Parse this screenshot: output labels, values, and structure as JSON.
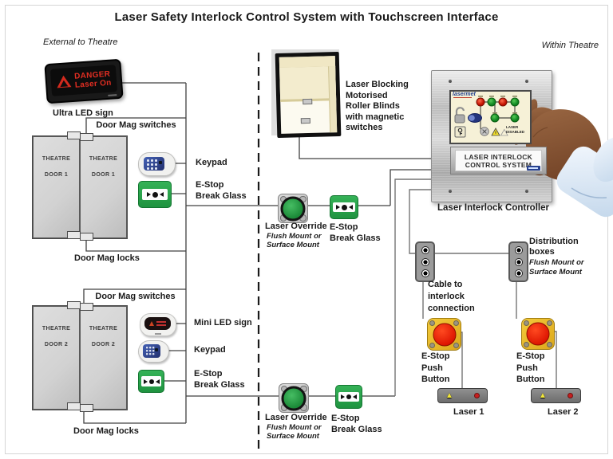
{
  "title": "Laser Safety Interlock Control System with Touchscreen Interface",
  "zones": {
    "external": "External to Theatre",
    "internal": "Within Theatre"
  },
  "ultra_led": {
    "caption": "Ultra LED sign",
    "line1": "DANGER",
    "line2": "Laser On"
  },
  "mini_led_caption": "Mini LED sign",
  "door1": {
    "word1": "THEATRE",
    "word2": "DOOR 1",
    "switches": "Door Mag switches",
    "locks": "Door Mag locks"
  },
  "door2": {
    "word1": "THEATRE",
    "word2": "DOOR 2",
    "switches": "Door Mag switches",
    "locks": "Door Mag locks"
  },
  "keypad_label": "Keypad",
  "estop_break_glass": {
    "line1": "E-Stop",
    "line2": "Break Glass"
  },
  "laser_override": {
    "title": "Laser Override",
    "sub1": "Flush Mount or",
    "sub2": "Surface Mount"
  },
  "roller_blind": {
    "caption": [
      "Laser Blocking",
      "Motorised",
      "Roller Blinds",
      "with magnetic",
      "switches"
    ]
  },
  "controller": {
    "caption": "Laser Interlock Controller",
    "plate1": "LASER INTERLOCK",
    "plate2": "CONTROL SYSTEM",
    "logo": "lasermet",
    "status1": "LASER",
    "status2": "DISABLED"
  },
  "distribution": {
    "title1": "Distribution",
    "title2": "boxes",
    "sub1": "Flush Mount or",
    "sub2": "Surface Mount"
  },
  "cable": [
    "Cable to",
    "interlock",
    "connection"
  ],
  "estop_push": [
    "E-Stop",
    "Push",
    "Button"
  ],
  "lasers": {
    "laser1": "Laser 1",
    "laser2": "Laser 2"
  },
  "colors": {
    "estop_green": "#1f9340",
    "override_green": "#1b8a38",
    "push_button_yellow": "#eec12c",
    "push_button_red": "#dc1400",
    "led_sign_red": "#e22e22",
    "logo_blue": "#23408f"
  }
}
